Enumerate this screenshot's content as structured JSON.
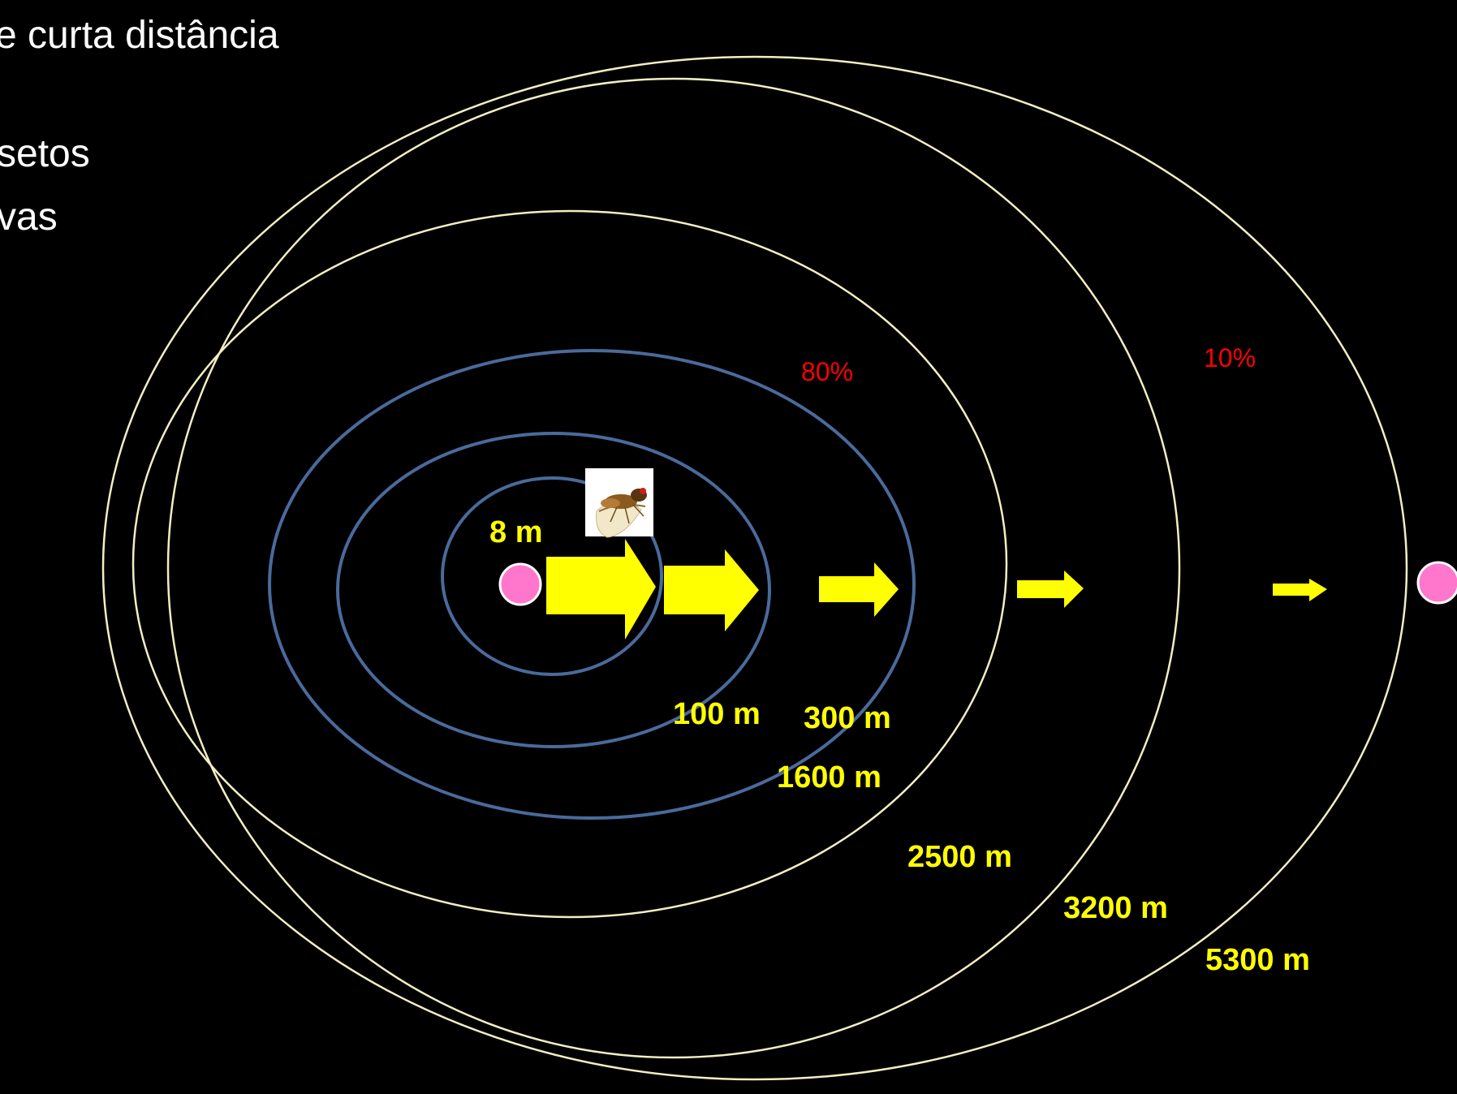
{
  "slide": {
    "text_lines": [
      "e curta distância",
      "setos",
      "vas"
    ]
  },
  "diagram": {
    "distance_labels": [
      "8 m",
      "100 m",
      "300 m",
      "1600 m",
      "2500 m",
      "3200 m",
      "5300 m"
    ],
    "percent_labels": [
      "80%",
      "10%"
    ],
    "colors": {
      "background": "#000000",
      "inner_rings": "#4a6a9c",
      "outer_rings": "#f2eec2",
      "arrows": "#ffff00",
      "distance_text": "#ffff00",
      "percent_text": "#ff0000",
      "dots": "#ff77cc"
    },
    "icons": [
      "insect-icon"
    ]
  }
}
